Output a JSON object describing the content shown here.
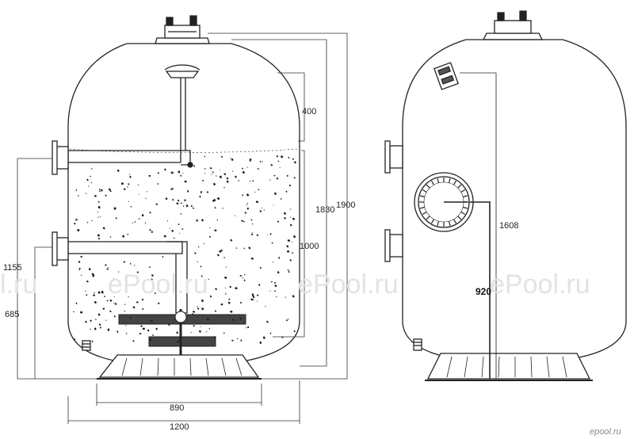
{
  "watermarks": [
    "l.ru",
    "ePool.ru",
    "ePool.ru",
    "ePool.ru"
  ],
  "logo": "epool.ru",
  "dimensions": {
    "total_height": "1900",
    "body_height": "1830",
    "top_gap": "400",
    "media_height": "1000",
    "upper_port": "1155",
    "lower_port": "685",
    "base_width": "890",
    "overall_width": "1200",
    "side_height": "1608",
    "manway_height": "920"
  },
  "colors": {
    "line": "#222222",
    "dims": "#333333",
    "media": "#1a1a1a"
  }
}
